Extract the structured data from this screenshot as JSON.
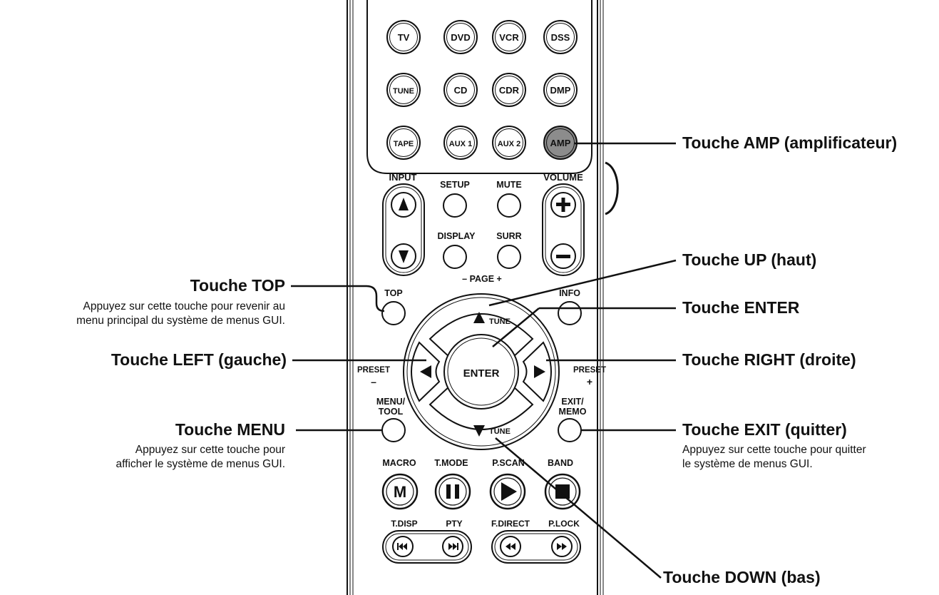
{
  "remote": {
    "source_buttons": [
      [
        "TV",
        "DVD",
        "VCR",
        "DSS"
      ],
      [
        "TUNE",
        "CD",
        "CDR",
        "DMP"
      ],
      [
        "TAPE",
        "AUX 1",
        "AUX 2",
        "AMP"
      ]
    ],
    "input_label": "INPUT",
    "volume_label": "VOLUME",
    "setup_label": "SETUP",
    "mute_label": "MUTE",
    "display_label": "DISPLAY",
    "surr_label": "SURR",
    "page_label": "– PAGE +",
    "top_label": "TOP",
    "info_label": "INFO",
    "tune_label": "TUNE",
    "enter_label": "ENTER",
    "preset_label": "PRESET",
    "preset_minus": "–",
    "preset_plus": "+",
    "menu_tool_label": [
      "MENU/",
      "TOOL"
    ],
    "exit_memo_label": [
      "EXIT/",
      "MEMO"
    ],
    "transport_labels": [
      "MACRO",
      "T.MODE",
      "P.SCAN",
      "BAND"
    ],
    "macro_symbol": "M",
    "bottom_labels": [
      "T.DISP",
      "PTY",
      "F.DIRECT",
      "P.LOCK"
    ]
  },
  "callouts": {
    "amp": {
      "title": "Touche AMP (amplificateur)"
    },
    "up": {
      "title": "Touche UP (haut)"
    },
    "top": {
      "title": "Touche TOP",
      "desc": [
        "Appuyez sur cette touche pour revenir au",
        "menu principal du système de menus GUI."
      ]
    },
    "enter": {
      "title": "Touche ENTER"
    },
    "left": {
      "title": "Touche LEFT (gauche)"
    },
    "right": {
      "title": "Touche RIGHT (droite)"
    },
    "menu": {
      "title": "Touche MENU",
      "desc": [
        "Appuyez sur cette touche pour",
        "afficher le système de menus GUI."
      ]
    },
    "exit": {
      "title": "Touche EXIT (quitter)",
      "desc": [
        "Appuyez sur cette touche pour quitter",
        "le système de menus GUI."
      ]
    },
    "down": {
      "title": "Touche DOWN (bas)"
    }
  },
  "colors": {
    "ink": "#111111",
    "amp_fill": "#8c8c8c",
    "background": "#ffffff"
  }
}
